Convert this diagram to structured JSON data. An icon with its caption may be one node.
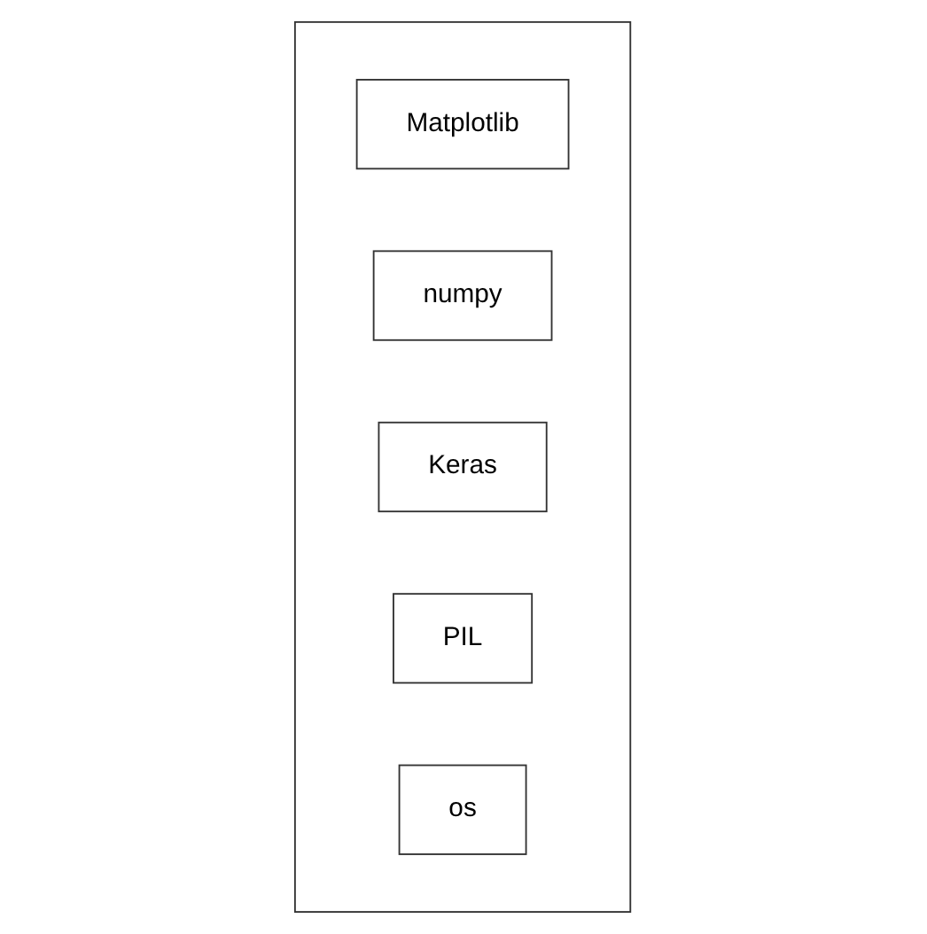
{
  "diagram": {
    "nodes": [
      {
        "text": [],
        "shape": "box"
      },
      {
        "text": [
          "Matplotlib"
        ],
        "in": 0
      },
      {
        "text": [
          "numpy"
        ],
        "in": 0
      },
      {
        "text": [
          "Keras"
        ],
        "in": 0
      },
      {
        "text": [
          "PIL"
        ],
        "in": 0
      },
      {
        "text": [
          "os"
        ],
        "in": 0
      }
    ],
    "edges": []
  }
}
